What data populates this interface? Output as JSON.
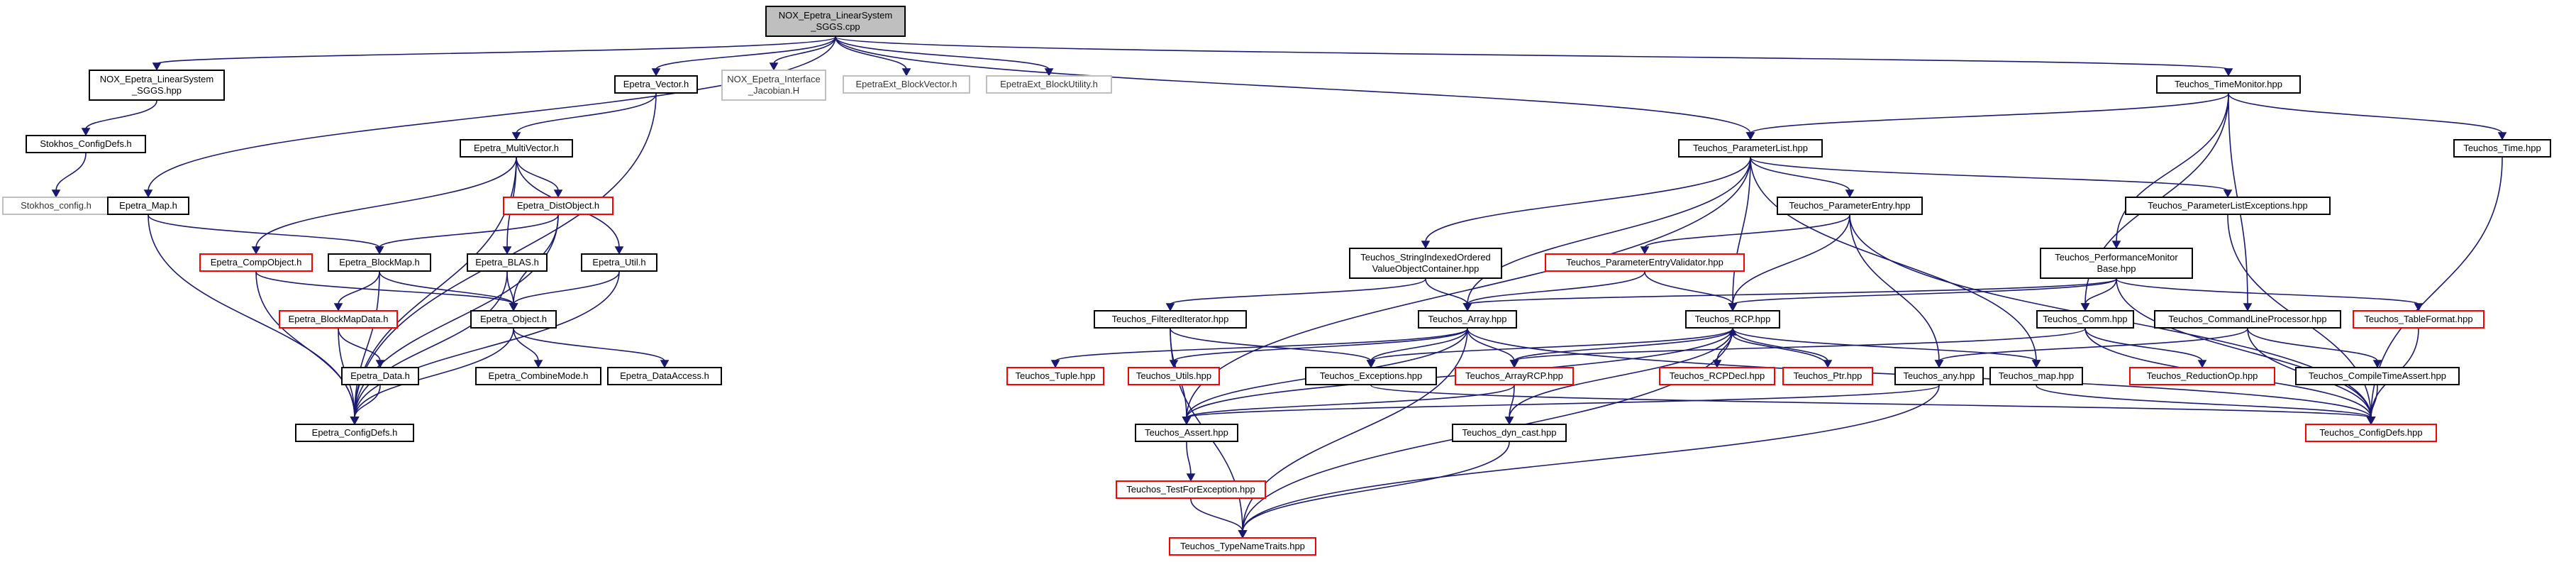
{
  "nodes": [
    {
      "id": "root",
      "label": "NOX_Epetra_LinearSystem\n_SGGS.cpp",
      "kind": "root"
    },
    {
      "id": "nox_sggs_hpp",
      "label": "NOX_Epetra_LinearSystem\n_SGGS.hpp",
      "kind": "normal"
    },
    {
      "id": "stokhos_configdefs",
      "label": "Stokhos_ConfigDefs.h",
      "kind": "normal"
    },
    {
      "id": "stokhos_config",
      "label": "Stokhos_config.h",
      "kind": "gray"
    },
    {
      "id": "epetra_vector",
      "label": "Epetra_Vector.h",
      "kind": "normal"
    },
    {
      "id": "nox_jacobian",
      "label": "NOX_Epetra_Interface\n_Jacobian.H",
      "kind": "gray"
    },
    {
      "id": "epetraext_blockvector",
      "label": "EpetraExt_BlockVector.h",
      "kind": "gray"
    },
    {
      "id": "epetraext_blockutility",
      "label": "EpetraExt_BlockUtility.h",
      "kind": "gray"
    },
    {
      "id": "teuchos_timemonitor",
      "label": "Teuchos_TimeMonitor.hpp",
      "kind": "normal"
    },
    {
      "id": "epetra_multivector",
      "label": "Epetra_MultiVector.h",
      "kind": "normal"
    },
    {
      "id": "epetra_map",
      "label": "Epetra_Map.h",
      "kind": "normal"
    },
    {
      "id": "epetra_distobject",
      "label": "Epetra_DistObject.h",
      "kind": "red"
    },
    {
      "id": "epetra_compobject",
      "label": "Epetra_CompObject.h",
      "kind": "red"
    },
    {
      "id": "epetra_blockmap",
      "label": "Epetra_BlockMap.h",
      "kind": "normal"
    },
    {
      "id": "epetra_blas",
      "label": "Epetra_BLAS.h",
      "kind": "normal"
    },
    {
      "id": "epetra_util",
      "label": "Epetra_Util.h",
      "kind": "normal"
    },
    {
      "id": "epetra_blockmapdata",
      "label": "Epetra_BlockMapData.h",
      "kind": "red"
    },
    {
      "id": "epetra_object",
      "label": "Epetra_Object.h",
      "kind": "normal"
    },
    {
      "id": "epetra_data",
      "label": "Epetra_Data.h",
      "kind": "normal"
    },
    {
      "id": "epetra_combinemode",
      "label": "Epetra_CombineMode.h",
      "kind": "normal"
    },
    {
      "id": "epetra_dataaccess",
      "label": "Epetra_DataAccess.h",
      "kind": "normal"
    },
    {
      "id": "epetra_configdefs",
      "label": "Epetra_ConfigDefs.h",
      "kind": "normal"
    },
    {
      "id": "teuchos_parameterlist",
      "label": "Teuchos_ParameterList.hpp",
      "kind": "normal"
    },
    {
      "id": "teuchos_time",
      "label": "Teuchos_Time.hpp",
      "kind": "normal"
    },
    {
      "id": "teuchos_parameterentry",
      "label": "Teuchos_ParameterEntry.hpp",
      "kind": "normal"
    },
    {
      "id": "teuchos_plexceptions",
      "label": "Teuchos_ParameterListExceptions.hpp",
      "kind": "normal"
    },
    {
      "id": "teuchos_stringindexed",
      "label": "Teuchos_StringIndexedOrdered\nValueObjectContainer.hpp",
      "kind": "normal"
    },
    {
      "id": "teuchos_pevalidator",
      "label": "Teuchos_ParameterEntryValidator.hpp",
      "kind": "red"
    },
    {
      "id": "teuchos_perfmonitor",
      "label": "Teuchos_PerformanceMonitor\nBase.hpp",
      "kind": "normal"
    },
    {
      "id": "teuchos_filtered",
      "label": "Teuchos_FilteredIterator.hpp",
      "kind": "normal"
    },
    {
      "id": "teuchos_array",
      "label": "Teuchos_Array.hpp",
      "kind": "normal"
    },
    {
      "id": "teuchos_rcp",
      "label": "Teuchos_RCP.hpp",
      "kind": "normal"
    },
    {
      "id": "teuchos_comm",
      "label": "Teuchos_Comm.hpp",
      "kind": "normal"
    },
    {
      "id": "teuchos_clp",
      "label": "Teuchos_CommandLineProcessor.hpp",
      "kind": "normal"
    },
    {
      "id": "teuchos_tableformat",
      "label": "Teuchos_TableFormat.hpp",
      "kind": "red"
    },
    {
      "id": "teuchos_tuple",
      "label": "Teuchos_Tuple.hpp",
      "kind": "red"
    },
    {
      "id": "teuchos_utils",
      "label": "Teuchos_Utils.hpp",
      "kind": "red"
    },
    {
      "id": "teuchos_exceptions",
      "label": "Teuchos_Exceptions.hpp",
      "kind": "normal"
    },
    {
      "id": "teuchos_arrayrcp",
      "label": "Teuchos_ArrayRCP.hpp",
      "kind": "red"
    },
    {
      "id": "teuchos_rcpdecl",
      "label": "Teuchos_RCPDecl.hpp",
      "kind": "red"
    },
    {
      "id": "teuchos_ptr",
      "label": "Teuchos_Ptr.hpp",
      "kind": "red"
    },
    {
      "id": "teuchos_any",
      "label": "Teuchos_any.hpp",
      "kind": "normal"
    },
    {
      "id": "teuchos_map",
      "label": "Teuchos_map.hpp",
      "kind": "normal"
    },
    {
      "id": "teuchos_reductionop",
      "label": "Teuchos_ReductionOp.hpp",
      "kind": "red"
    },
    {
      "id": "teuchos_compiletimeassert",
      "label": "Teuchos_CompileTimeAssert.hpp",
      "kind": "normal"
    },
    {
      "id": "teuchos_assert",
      "label": "Teuchos_Assert.hpp",
      "kind": "normal"
    },
    {
      "id": "teuchos_dyncast",
      "label": "Teuchos_dyn_cast.hpp",
      "kind": "normal"
    },
    {
      "id": "teuchos_configdefs",
      "label": "Teuchos_ConfigDefs.hpp",
      "kind": "red"
    },
    {
      "id": "teuchos_testforexception",
      "label": "Teuchos_TestForException.hpp",
      "kind": "red"
    },
    {
      "id": "teuchos_typenametraits",
      "label": "Teuchos_TypeNameTraits.hpp",
      "kind": "red"
    }
  ],
  "edges": [
    [
      "root",
      "nox_sggs_hpp"
    ],
    [
      "root",
      "epetra_vector"
    ],
    [
      "root",
      "nox_jacobian"
    ],
    [
      "root",
      "epetraext_blockvector"
    ],
    [
      "root",
      "epetraext_blockutility"
    ],
    [
      "root",
      "teuchos_timemonitor"
    ],
    [
      "root",
      "epetra_map"
    ],
    [
      "root",
      "teuchos_parameterlist"
    ],
    [
      "nox_sggs_hpp",
      "stokhos_configdefs"
    ],
    [
      "stokhos_configdefs",
      "stokhos_config"
    ],
    [
      "epetra_vector",
      "epetra_multivector"
    ],
    [
      "epetra_vector",
      "epetra_configdefs"
    ],
    [
      "epetra_multivector",
      "epetra_distobject"
    ],
    [
      "epetra_multivector",
      "epetra_compobject"
    ],
    [
      "epetra_multivector",
      "epetra_blas"
    ],
    [
      "epetra_multivector",
      "epetra_util"
    ],
    [
      "epetra_multivector",
      "epetra_configdefs"
    ],
    [
      "epetra_distobject",
      "epetra_blockmap"
    ],
    [
      "epetra_distobject",
      "epetra_object"
    ],
    [
      "epetra_distobject",
      "epetra_configdefs"
    ],
    [
      "epetra_map",
      "epetra_blockmap"
    ],
    [
      "epetra_map",
      "epetra_configdefs"
    ],
    [
      "epetra_compobject",
      "epetra_object"
    ],
    [
      "epetra_compobject",
      "epetra_configdefs"
    ],
    [
      "epetra_blockmap",
      "epetra_object"
    ],
    [
      "epetra_blockmap",
      "epetra_blockmapdata"
    ],
    [
      "epetra_blockmap",
      "epetra_configdefs"
    ],
    [
      "epetra_blas",
      "epetra_object"
    ],
    [
      "epetra_blas",
      "epetra_configdefs"
    ],
    [
      "epetra_util",
      "epetra_object"
    ],
    [
      "epetra_util",
      "epetra_configdefs"
    ],
    [
      "epetra_blockmapdata",
      "epetra_data"
    ],
    [
      "epetra_blockmapdata",
      "epetra_configdefs"
    ],
    [
      "epetra_object",
      "epetra_combinemode"
    ],
    [
      "epetra_object",
      "epetra_dataaccess"
    ],
    [
      "epetra_object",
      "epetra_configdefs"
    ],
    [
      "epetra_data",
      "epetra_configdefs"
    ],
    [
      "teuchos_timemonitor",
      "teuchos_parameterlist"
    ],
    [
      "teuchos_timemonitor",
      "teuchos_time"
    ],
    [
      "teuchos_timemonitor",
      "teuchos_perfmonitor"
    ],
    [
      "teuchos_timemonitor",
      "teuchos_comm"
    ],
    [
      "teuchos_timemonitor",
      "teuchos_clp"
    ],
    [
      "teuchos_parameterlist",
      "teuchos_parameterentry"
    ],
    [
      "teuchos_parameterlist",
      "teuchos_plexceptions"
    ],
    [
      "teuchos_parameterlist",
      "teuchos_stringindexed"
    ],
    [
      "teuchos_parameterlist",
      "teuchos_array"
    ],
    [
      "teuchos_parameterlist",
      "teuchos_rcp"
    ],
    [
      "teuchos_parameterlist",
      "teuchos_assert"
    ],
    [
      "teuchos_parameterlist",
      "teuchos_map"
    ],
    [
      "teuchos_time",
      "teuchos_configdefs"
    ],
    [
      "teuchos_parameterentry",
      "teuchos_pevalidator"
    ],
    [
      "teuchos_parameterentry",
      "teuchos_rcp"
    ],
    [
      "teuchos_parameterentry",
      "teuchos_any"
    ],
    [
      "teuchos_parameterentry",
      "teuchos_configdefs"
    ],
    [
      "teuchos_plexceptions",
      "teuchos_configdefs"
    ],
    [
      "teuchos_stringindexed",
      "teuchos_filtered"
    ],
    [
      "teuchos_stringindexed",
      "teuchos_array"
    ],
    [
      "teuchos_pevalidator",
      "teuchos_array"
    ],
    [
      "teuchos_pevalidator",
      "teuchos_rcp"
    ],
    [
      "teuchos_perfmonitor",
      "teuchos_array"
    ],
    [
      "teuchos_perfmonitor",
      "teuchos_rcp"
    ],
    [
      "teuchos_perfmonitor",
      "teuchos_comm"
    ],
    [
      "teuchos_perfmonitor",
      "teuchos_tableformat"
    ],
    [
      "teuchos_perfmonitor",
      "teuchos_configdefs"
    ],
    [
      "teuchos_filtered",
      "teuchos_exceptions"
    ],
    [
      "teuchos_filtered",
      "teuchos_assert"
    ],
    [
      "teuchos_filtered",
      "teuchos_typenametraits"
    ],
    [
      "teuchos_array",
      "teuchos_tuple"
    ],
    [
      "teuchos_array",
      "teuchos_utils"
    ],
    [
      "teuchos_array",
      "teuchos_exceptions"
    ],
    [
      "teuchos_array",
      "teuchos_arrayrcp"
    ],
    [
      "teuchos_array",
      "teuchos_assert"
    ],
    [
      "teuchos_array",
      "teuchos_typenametraits"
    ],
    [
      "teuchos_array",
      "teuchos_configdefs"
    ],
    [
      "teuchos_rcp",
      "teuchos_rcpdecl"
    ],
    [
      "teuchos_rcp",
      "teuchos_ptr"
    ],
    [
      "teuchos_rcp",
      "teuchos_dyncast"
    ],
    [
      "teuchos_rcp",
      "teuchos_exceptions"
    ],
    [
      "teuchos_rcp",
      "teuchos_arrayrcp"
    ],
    [
      "teuchos_rcp",
      "teuchos_map"
    ],
    [
      "teuchos_rcp",
      "teuchos_assert"
    ],
    [
      "teuchos_rcp",
      "teuchos_typenametraits"
    ],
    [
      "teuchos_ptr",
      "teuchos_rcp"
    ],
    [
      "teuchos_comm",
      "teuchos_arrayrcp"
    ],
    [
      "teuchos_comm",
      "teuchos_reductionop"
    ],
    [
      "teuchos_comm",
      "teuchos_configdefs"
    ],
    [
      "teuchos_clp",
      "teuchos_any"
    ],
    [
      "teuchos_clp",
      "teuchos_compiletimeassert"
    ],
    [
      "teuchos_clp",
      "teuchos_configdefs"
    ],
    [
      "teuchos_any",
      "teuchos_assert"
    ],
    [
      "teuchos_any",
      "teuchos_typenametraits"
    ],
    [
      "teuchos_arrayrcp",
      "teuchos_assert"
    ],
    [
      "teuchos_arrayrcp",
      "teuchos_dyncast"
    ],
    [
      "teuchos_exceptions",
      "teuchos_configdefs"
    ],
    [
      "teuchos_map",
      "teuchos_configdefs"
    ],
    [
      "teuchos_compiletimeassert",
      "teuchos_configdefs"
    ],
    [
      "teuchos_tableformat",
      "teuchos_configdefs"
    ],
    [
      "teuchos_assert",
      "teuchos_testforexception"
    ],
    [
      "teuchos_dyncast",
      "teuchos_typenametraits"
    ],
    [
      "teuchos_testforexception",
      "teuchos_typenametraits"
    ]
  ],
  "colors": {
    "edge": "#191970",
    "root_fill": "#bfbfbf",
    "red_border": "#ff0000",
    "gray_border": "#bfbfbf"
  }
}
